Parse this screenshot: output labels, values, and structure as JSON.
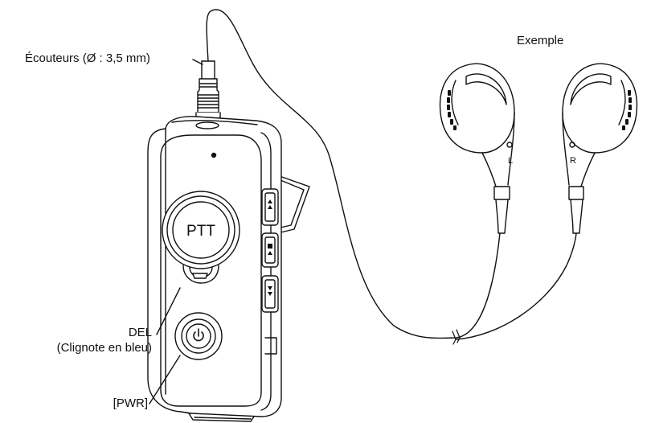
{
  "labels": {
    "earphones": "Écouteurs (Ø : 3,5 mm)",
    "example": "Exemple",
    "led": "DEL",
    "led_note": "(Clignote en bleu)",
    "power": "[PWR]",
    "ptt": "PTT",
    "left_marker": "L",
    "right_marker": "R"
  },
  "colors": {
    "line": "#111111",
    "body_fill": "#ffffff"
  },
  "icons": {
    "power_button": "power-icon",
    "volume_up": "double-up-arrow-icon",
    "volume_down": "double-down-arrow-icon",
    "mode": "square-arrow-icon"
  }
}
